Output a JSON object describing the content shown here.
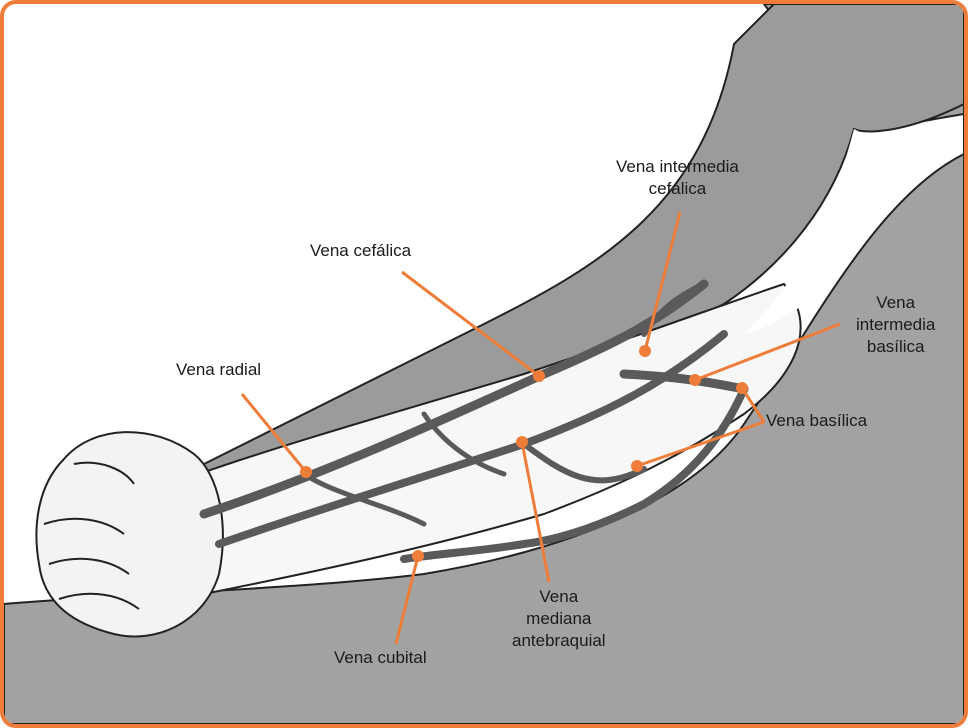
{
  "accent_color": "#ee7d39",
  "vein_color": "#5a5a5a",
  "skin_color": "#9b9b9b",
  "labels": {
    "vena_intermedia_cefalica": {
      "line1": "Vena intermedia",
      "line2": "cefálica"
    },
    "vena_cefalica": "Vena cefálica",
    "vena_radial": "Vena radial",
    "vena_intermedia_basilica": {
      "line1": "Vena",
      "line2": "intermedia",
      "line3": "basílica"
    },
    "vena_basilica": "Vena basílica",
    "vena_mediana_antebraquial": {
      "line1": "Vena",
      "line2": "mediana",
      "line3": "antebraquial"
    },
    "vena_cubital": "Vena cubital"
  }
}
